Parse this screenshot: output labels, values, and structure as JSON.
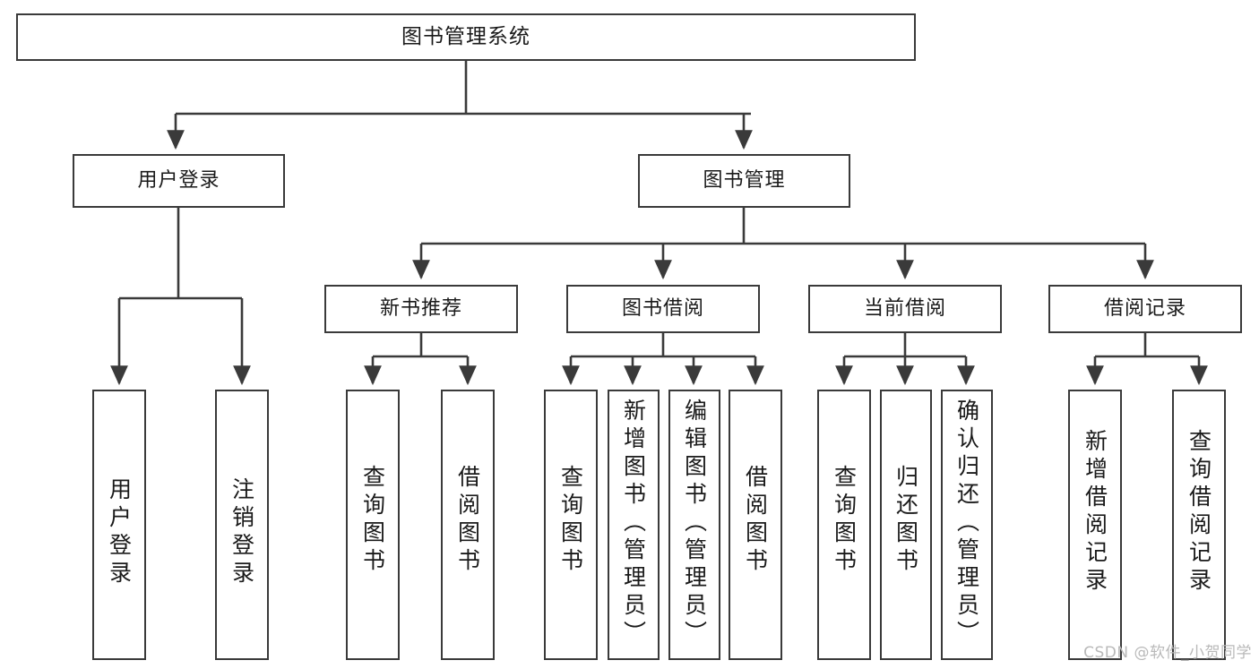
{
  "diagram": {
    "title": "图书管理系统",
    "watermark": "CSDN @软件_小贺同学",
    "colors": {
      "box_border": "#3a3a3a",
      "box_fill": "#ffffff",
      "connector": "#3a3a3a",
      "text": "#1a1a1a",
      "watermark": "#b9b9b9",
      "background": "#ffffff"
    },
    "levels": {
      "root": {
        "label": "图书管理系统"
      },
      "level2": [
        {
          "label": "用户登录"
        },
        {
          "label": "图书管理"
        }
      ],
      "level3": [
        {
          "label": "新书推荐"
        },
        {
          "label": "图书借阅"
        },
        {
          "label": "当前借阅"
        },
        {
          "label": "借阅记录"
        }
      ],
      "level4": [
        {
          "label": "用户登录"
        },
        {
          "label": "注销登录"
        },
        {
          "label": "查询图书"
        },
        {
          "label": "借阅图书"
        },
        {
          "label": "查询图书"
        },
        {
          "label": "新增图书（管理员）"
        },
        {
          "label": "编辑图书（管理员）"
        },
        {
          "label": "借阅图书"
        },
        {
          "label": "查询图书"
        },
        {
          "label": "归还图书"
        },
        {
          "label": "确认归还（管理员）"
        },
        {
          "label": "新增借阅记录"
        },
        {
          "label": "查询借阅记录"
        }
      ]
    }
  }
}
